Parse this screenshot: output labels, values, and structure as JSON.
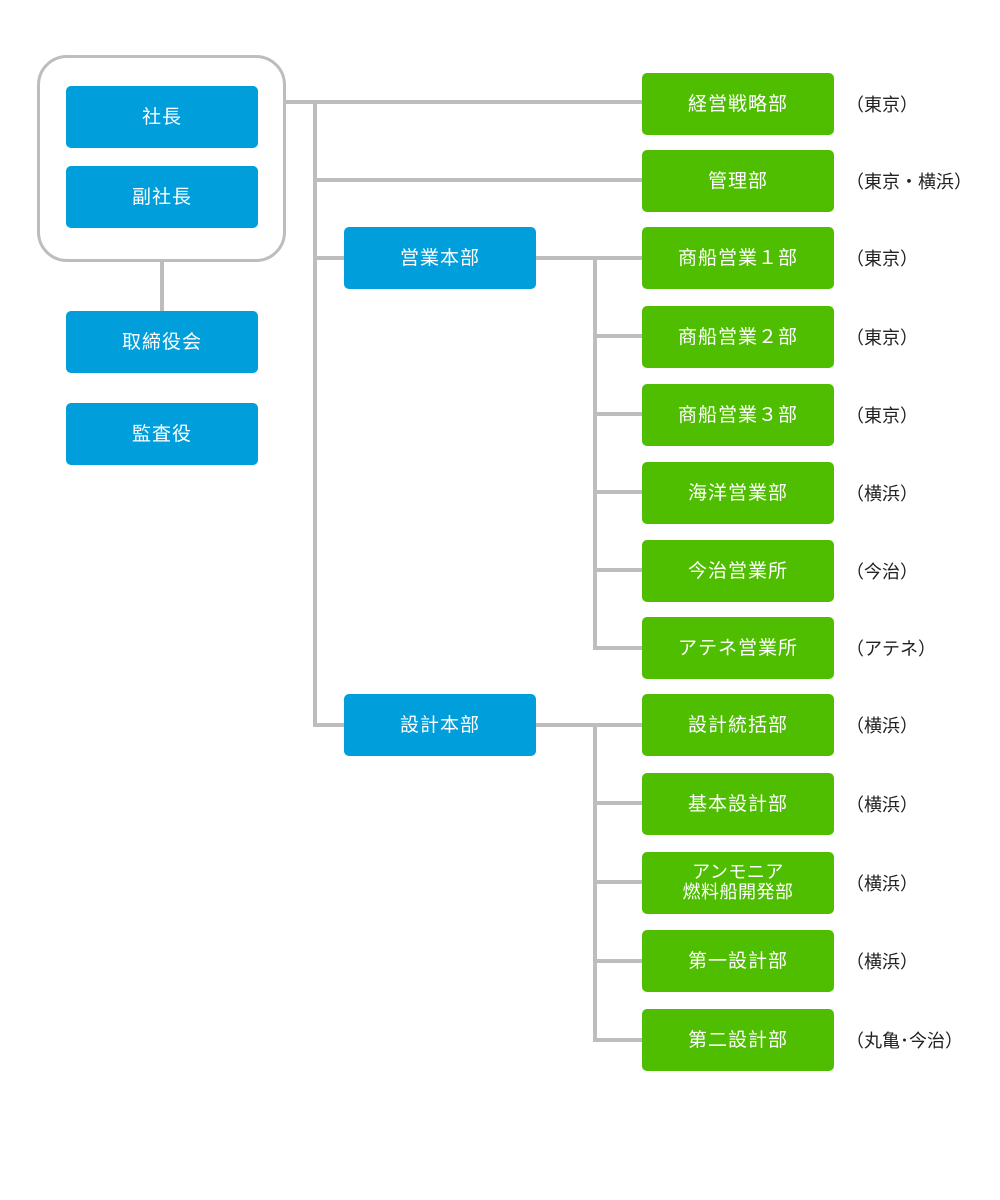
{
  "colors": {
    "executive": "#009fdc",
    "headquarters": "#009fdc",
    "department": "#4fbe00",
    "connector": "#bdbdbd"
  },
  "executives": [
    {
      "label": "社長"
    },
    {
      "label": "副社長"
    }
  ],
  "board": {
    "label": "取締役会"
  },
  "auditor": {
    "label": "監査役"
  },
  "direct_departments": [
    {
      "label": "経営戦略部",
      "location": "（東京）"
    },
    {
      "label": "管理部",
      "location": "（東京・横浜）"
    }
  ],
  "sales_hq": {
    "label": "営業本部",
    "departments": [
      {
        "label": "商船営業１部",
        "location": "（東京）"
      },
      {
        "label": "商船営業２部",
        "location": "（東京）"
      },
      {
        "label": "商船営業３部",
        "location": "（東京）"
      },
      {
        "label": "海洋営業部",
        "location": "（横浜）"
      },
      {
        "label": "今治営業所",
        "location": "（今治）"
      },
      {
        "label": "アテネ営業所",
        "location": "（アテネ）"
      }
    ]
  },
  "design_hq": {
    "label": "設計本部",
    "departments": [
      {
        "label": "設計統括部",
        "location": "（横浜）"
      },
      {
        "label": "基本設計部",
        "location": "（横浜）"
      },
      {
        "label": "アンモニア\n燃料船開発部",
        "location": "（横浜）"
      },
      {
        "label": "第一設計部",
        "location": "（横浜）"
      },
      {
        "label": "第二設計部",
        "location": "（丸亀･今治）"
      }
    ]
  }
}
